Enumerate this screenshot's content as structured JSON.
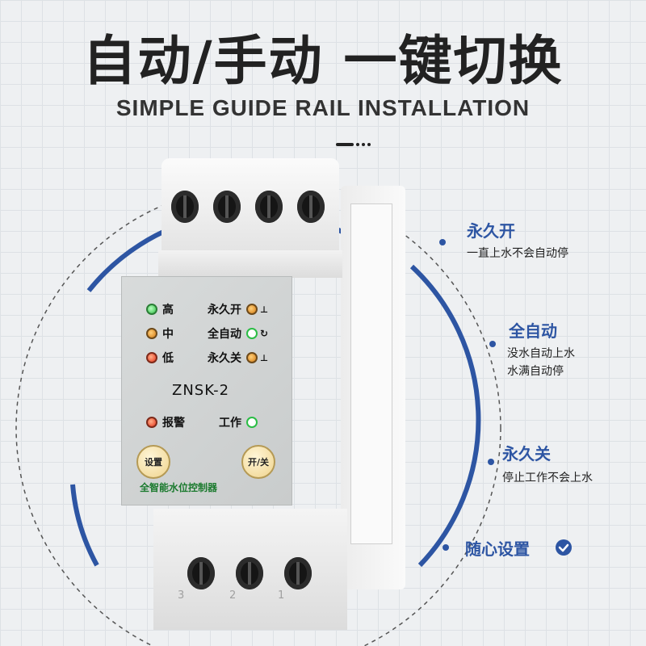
{
  "headline": "自动/手动 一键切换",
  "subheadline": "SIMPLE GUIDE RAIL INSTALLATION",
  "colors": {
    "accent": "#2d55a3",
    "dark": "#222222",
    "led_green": "#2fbd45",
    "led_amber": "#d47a12",
    "led_red": "#e6331a"
  },
  "panel": {
    "levels": [
      {
        "label": "高",
        "led": "green"
      },
      {
        "label": "中",
        "led": "amber"
      },
      {
        "label": "低",
        "led": "red"
      }
    ],
    "modes": [
      {
        "label": "永久开",
        "led": "amber",
        "icon": "faucet-icon"
      },
      {
        "label": "全自动",
        "led": "green",
        "icon": "cycle-icon"
      },
      {
        "label": "永久关",
        "led": "amber",
        "icon": "faucet-icon"
      }
    ],
    "model": "ZNSK-2",
    "alarm_label": "报警",
    "work_label": "工作",
    "set_button": "设置",
    "power_button": "开/关",
    "brand": "全智能水位控制器"
  },
  "terminals": {
    "bottom": [
      "3",
      "2",
      "1"
    ]
  },
  "annotations": [
    {
      "title": "永久开",
      "desc": [
        "一直上水不会自动停"
      ]
    },
    {
      "title": "全自动",
      "desc": [
        "没水自动上水",
        "水满自动停"
      ]
    },
    {
      "title": "永久关",
      "desc": [
        "停止工作不会上水"
      ]
    },
    {
      "title": "随心设置",
      "icon": "check-icon"
    }
  ]
}
